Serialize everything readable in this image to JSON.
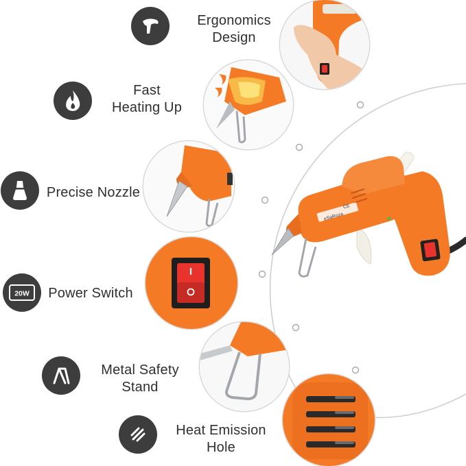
{
  "features": [
    {
      "id": "ergonomics",
      "lines": [
        "Ergonomics",
        "Design"
      ],
      "icon": "hand-icon"
    },
    {
      "id": "fast-heating",
      "lines": [
        "Fast",
        "Heating Up"
      ],
      "icon": "flame-icon"
    },
    {
      "id": "precise-nozzle",
      "lines": [
        "Precise Nozzle"
      ],
      "icon": "nozzle-icon"
    },
    {
      "id": "power-switch",
      "lines": [
        "Power Switch"
      ],
      "icon": "wattage-icon",
      "icon_text": "20W"
    },
    {
      "id": "metal-stand",
      "lines": [
        "Metal Safety",
        "Stand"
      ],
      "icon": "stand-icon"
    },
    {
      "id": "heat-emission",
      "lines": [
        "Heat Emission",
        "Hole"
      ],
      "icon": "vent-icon"
    }
  ],
  "product": {
    "brand_text": "eSaRoza",
    "mark_text": "CE"
  },
  "colors": {
    "orange": "#f47a26",
    "orange_dark": "#d9621a",
    "icon_bg": "#3d3d3d",
    "switch_red": "#e8342c",
    "steel": "#b9bcc0"
  }
}
